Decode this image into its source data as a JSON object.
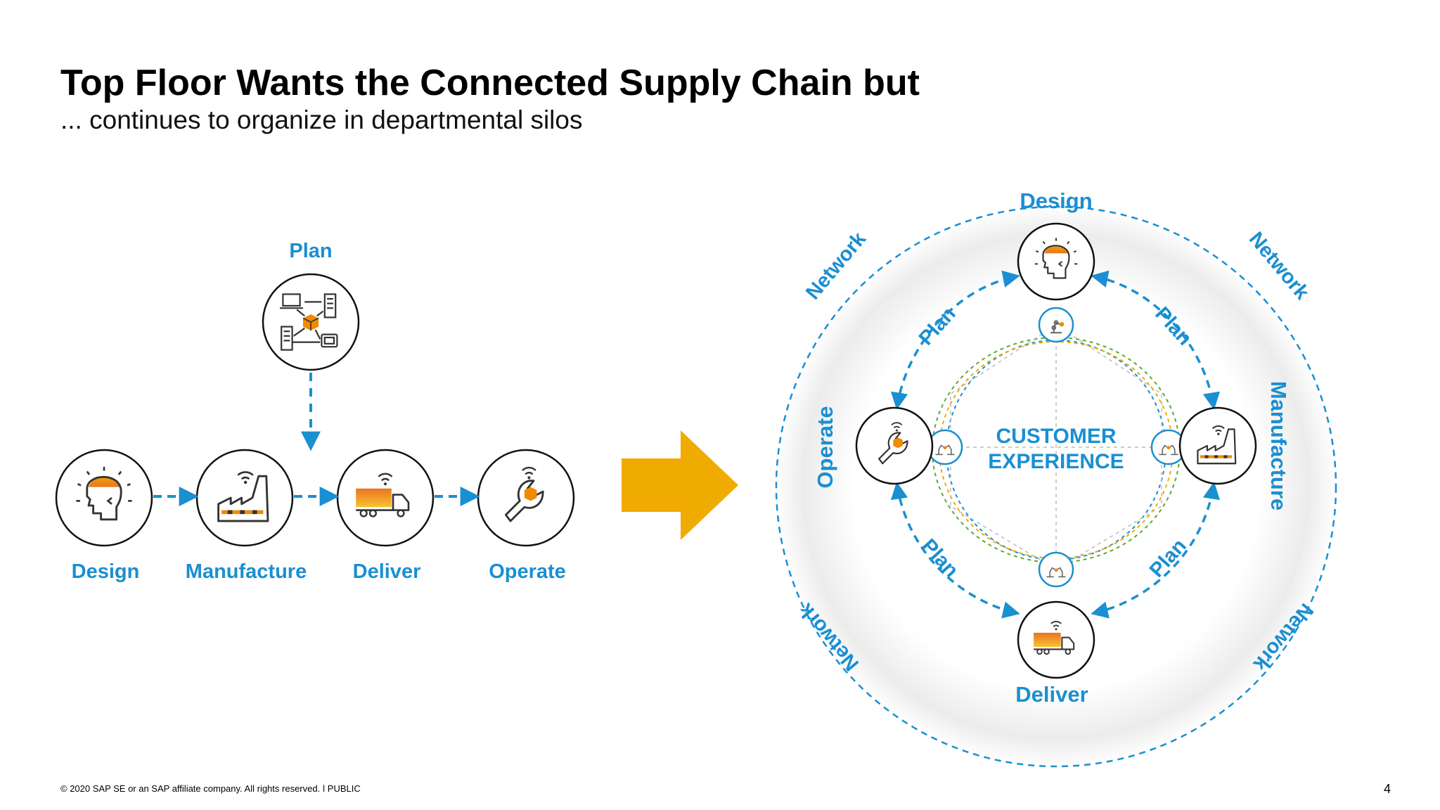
{
  "title": "Top Floor Wants the Connected Supply Chain but",
  "subtitle": "... continues to organize in departmental silos",
  "footer": "© 2020 SAP SE or an SAP affiliate company. All rights reserved.  ǀ  PUBLIC",
  "page_number": "4",
  "colors": {
    "accent_blue": "#1a8fd1",
    "arrow_yellow": "#f0ab00",
    "orange": "#f08a00"
  },
  "left_diagram": {
    "plan_label": "Plan",
    "steps": [
      "Design",
      "Manufacture",
      "Deliver",
      "Operate"
    ]
  },
  "right_diagram": {
    "center_line1": "CUSTOMER",
    "center_line2": "EXPERIENCE",
    "nodes": [
      "Design",
      "Manufacture",
      "Deliver",
      "Operate"
    ],
    "plan_labels": [
      "Plan",
      "Plan",
      "Plan",
      "Plan"
    ],
    "network_labels": [
      "Network",
      "Network",
      "Network",
      "Network"
    ]
  },
  "icons": [
    "head-icon",
    "factory-icon",
    "truck-icon",
    "wrench-icon",
    "plan-network-icon",
    "robot-arm-icon"
  ]
}
